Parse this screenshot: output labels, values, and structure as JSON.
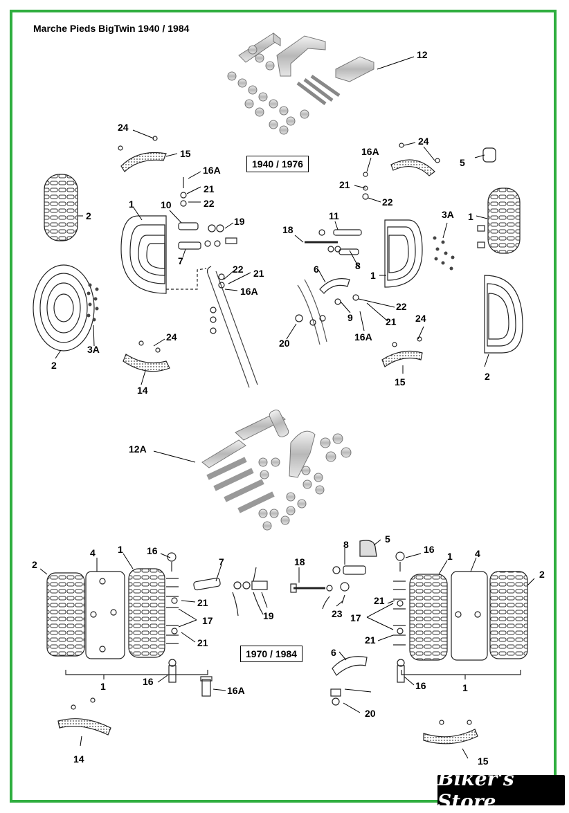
{
  "title": "Marche Pieds BigTwin 1940 / 1984",
  "year_ranges": {
    "early": "1940 / 1976",
    "late": "1970 / 1984"
  },
  "brand": "Biker's Store",
  "colors": {
    "frame": "#2fae3f",
    "brand_bg": "#000000"
  },
  "labels": {
    "l12": "12",
    "l24a": "24",
    "l15a": "15",
    "l16Aa": "16A",
    "l21a": "21",
    "l22a": "22",
    "l2a": "2",
    "l1a": "1",
    "l10": "10",
    "l19a": "19",
    "l7a": "7",
    "l22b": "22",
    "l21b": "21",
    "l16Ab": "16A",
    "l3Aa": "3A",
    "l2b": "2",
    "l24b": "24",
    "l14a": "14",
    "l24c": "24",
    "l16Ac": "16A",
    "l5a": "5",
    "l21c": "21",
    "l22c": "22",
    "l11": "11",
    "l18a": "18",
    "l3Ab": "3A",
    "l1b": "1",
    "l6a": "6",
    "l8a": "8",
    "l1c": "1",
    "l22d": "22",
    "l9": "9",
    "l21d": "21",
    "l16Ad": "16A",
    "l20a": "20",
    "l24d": "24",
    "l15b": "15",
    "l2c": "2",
    "l12A": "12A",
    "l2d": "2",
    "l4a": "4",
    "l1d": "1",
    "l16a": "16",
    "l7b": "7",
    "l21e": "21",
    "l17a": "17",
    "l21f": "21",
    "l19b": "19",
    "l1e": "1",
    "l16b": "16",
    "l16Ae": "16A",
    "l14b": "14",
    "l18b": "18",
    "l8b": "8",
    "l5b": "5",
    "l23": "23",
    "l16c": "16",
    "l1f": "1",
    "l4b": "4",
    "l2e": "2",
    "l21g": "21",
    "l17b": "17",
    "l21h": "21",
    "l6b": "6",
    "l16d": "16",
    "l1g": "1",
    "l20b": "20",
    "l15c": "15"
  }
}
